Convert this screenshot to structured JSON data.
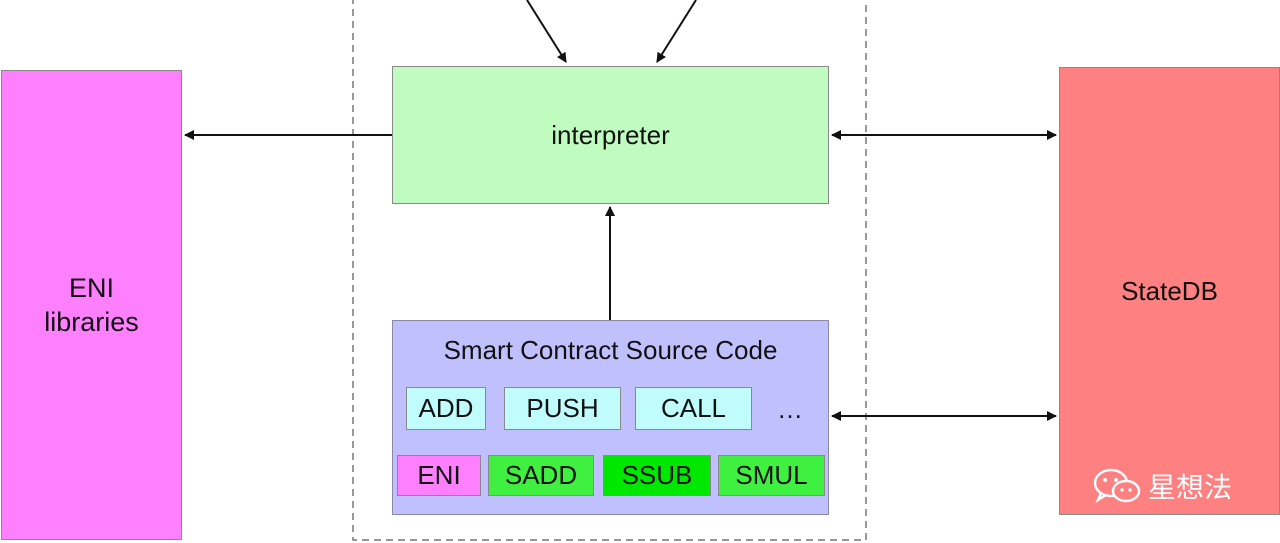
{
  "left_box": {
    "line1": "ENI",
    "line2": "libraries",
    "color": "#ff80ff"
  },
  "right_box": {
    "label": "StateDB",
    "color": "#ff8080"
  },
  "interpreter": {
    "label": "interpreter",
    "color": "#c0fcc0"
  },
  "source_code": {
    "title": "Smart Contract Source Code",
    "color": "#c0c0ff",
    "row1": [
      "ADD",
      "PUSH",
      "CALL"
    ],
    "ellipsis": "…",
    "row2": [
      "ENI",
      "SADD",
      "SSUB",
      "SMUL"
    ]
  },
  "watermark": {
    "text": "星想法",
    "icon": "wechat-icon"
  }
}
